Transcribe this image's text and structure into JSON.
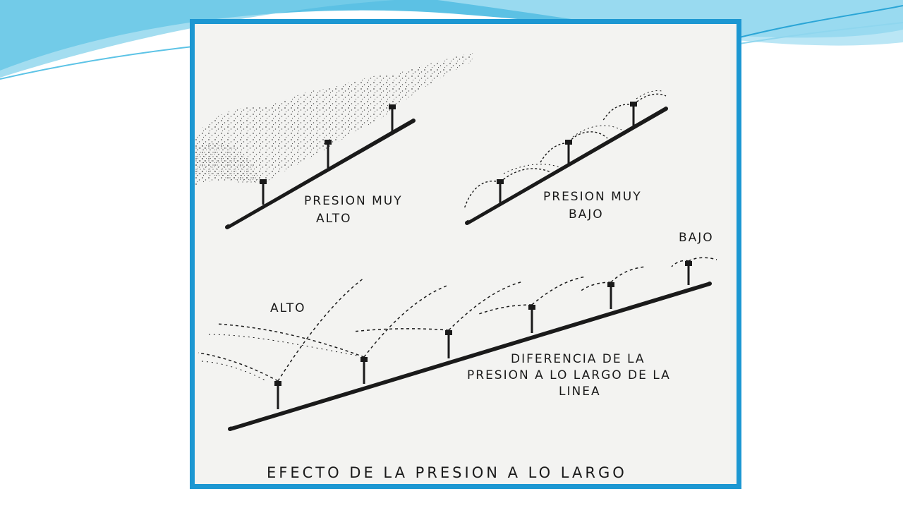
{
  "diagram": {
    "label_high_line1": "PRESION MUY",
    "label_high_line2": "ALTO",
    "label_low_line1": "PRESION MUY",
    "label_low_line2": "BAJO",
    "label_end_low": "BAJO",
    "label_start_high": "ALTO",
    "label_diff_line1": "DIFERENCIA DE LA",
    "label_diff_line2": "PRESION A LO LARGO DE LA",
    "label_diff_line3": "LINEA",
    "caption": "EFECTO DE LA PRESION A LO LARGO"
  },
  "colors": {
    "frame_border": "#1c97d2",
    "swoosh_primary": "#3fb6df",
    "swoosh_light": "#a9e0f2",
    "ink": "#1a1a1a"
  }
}
